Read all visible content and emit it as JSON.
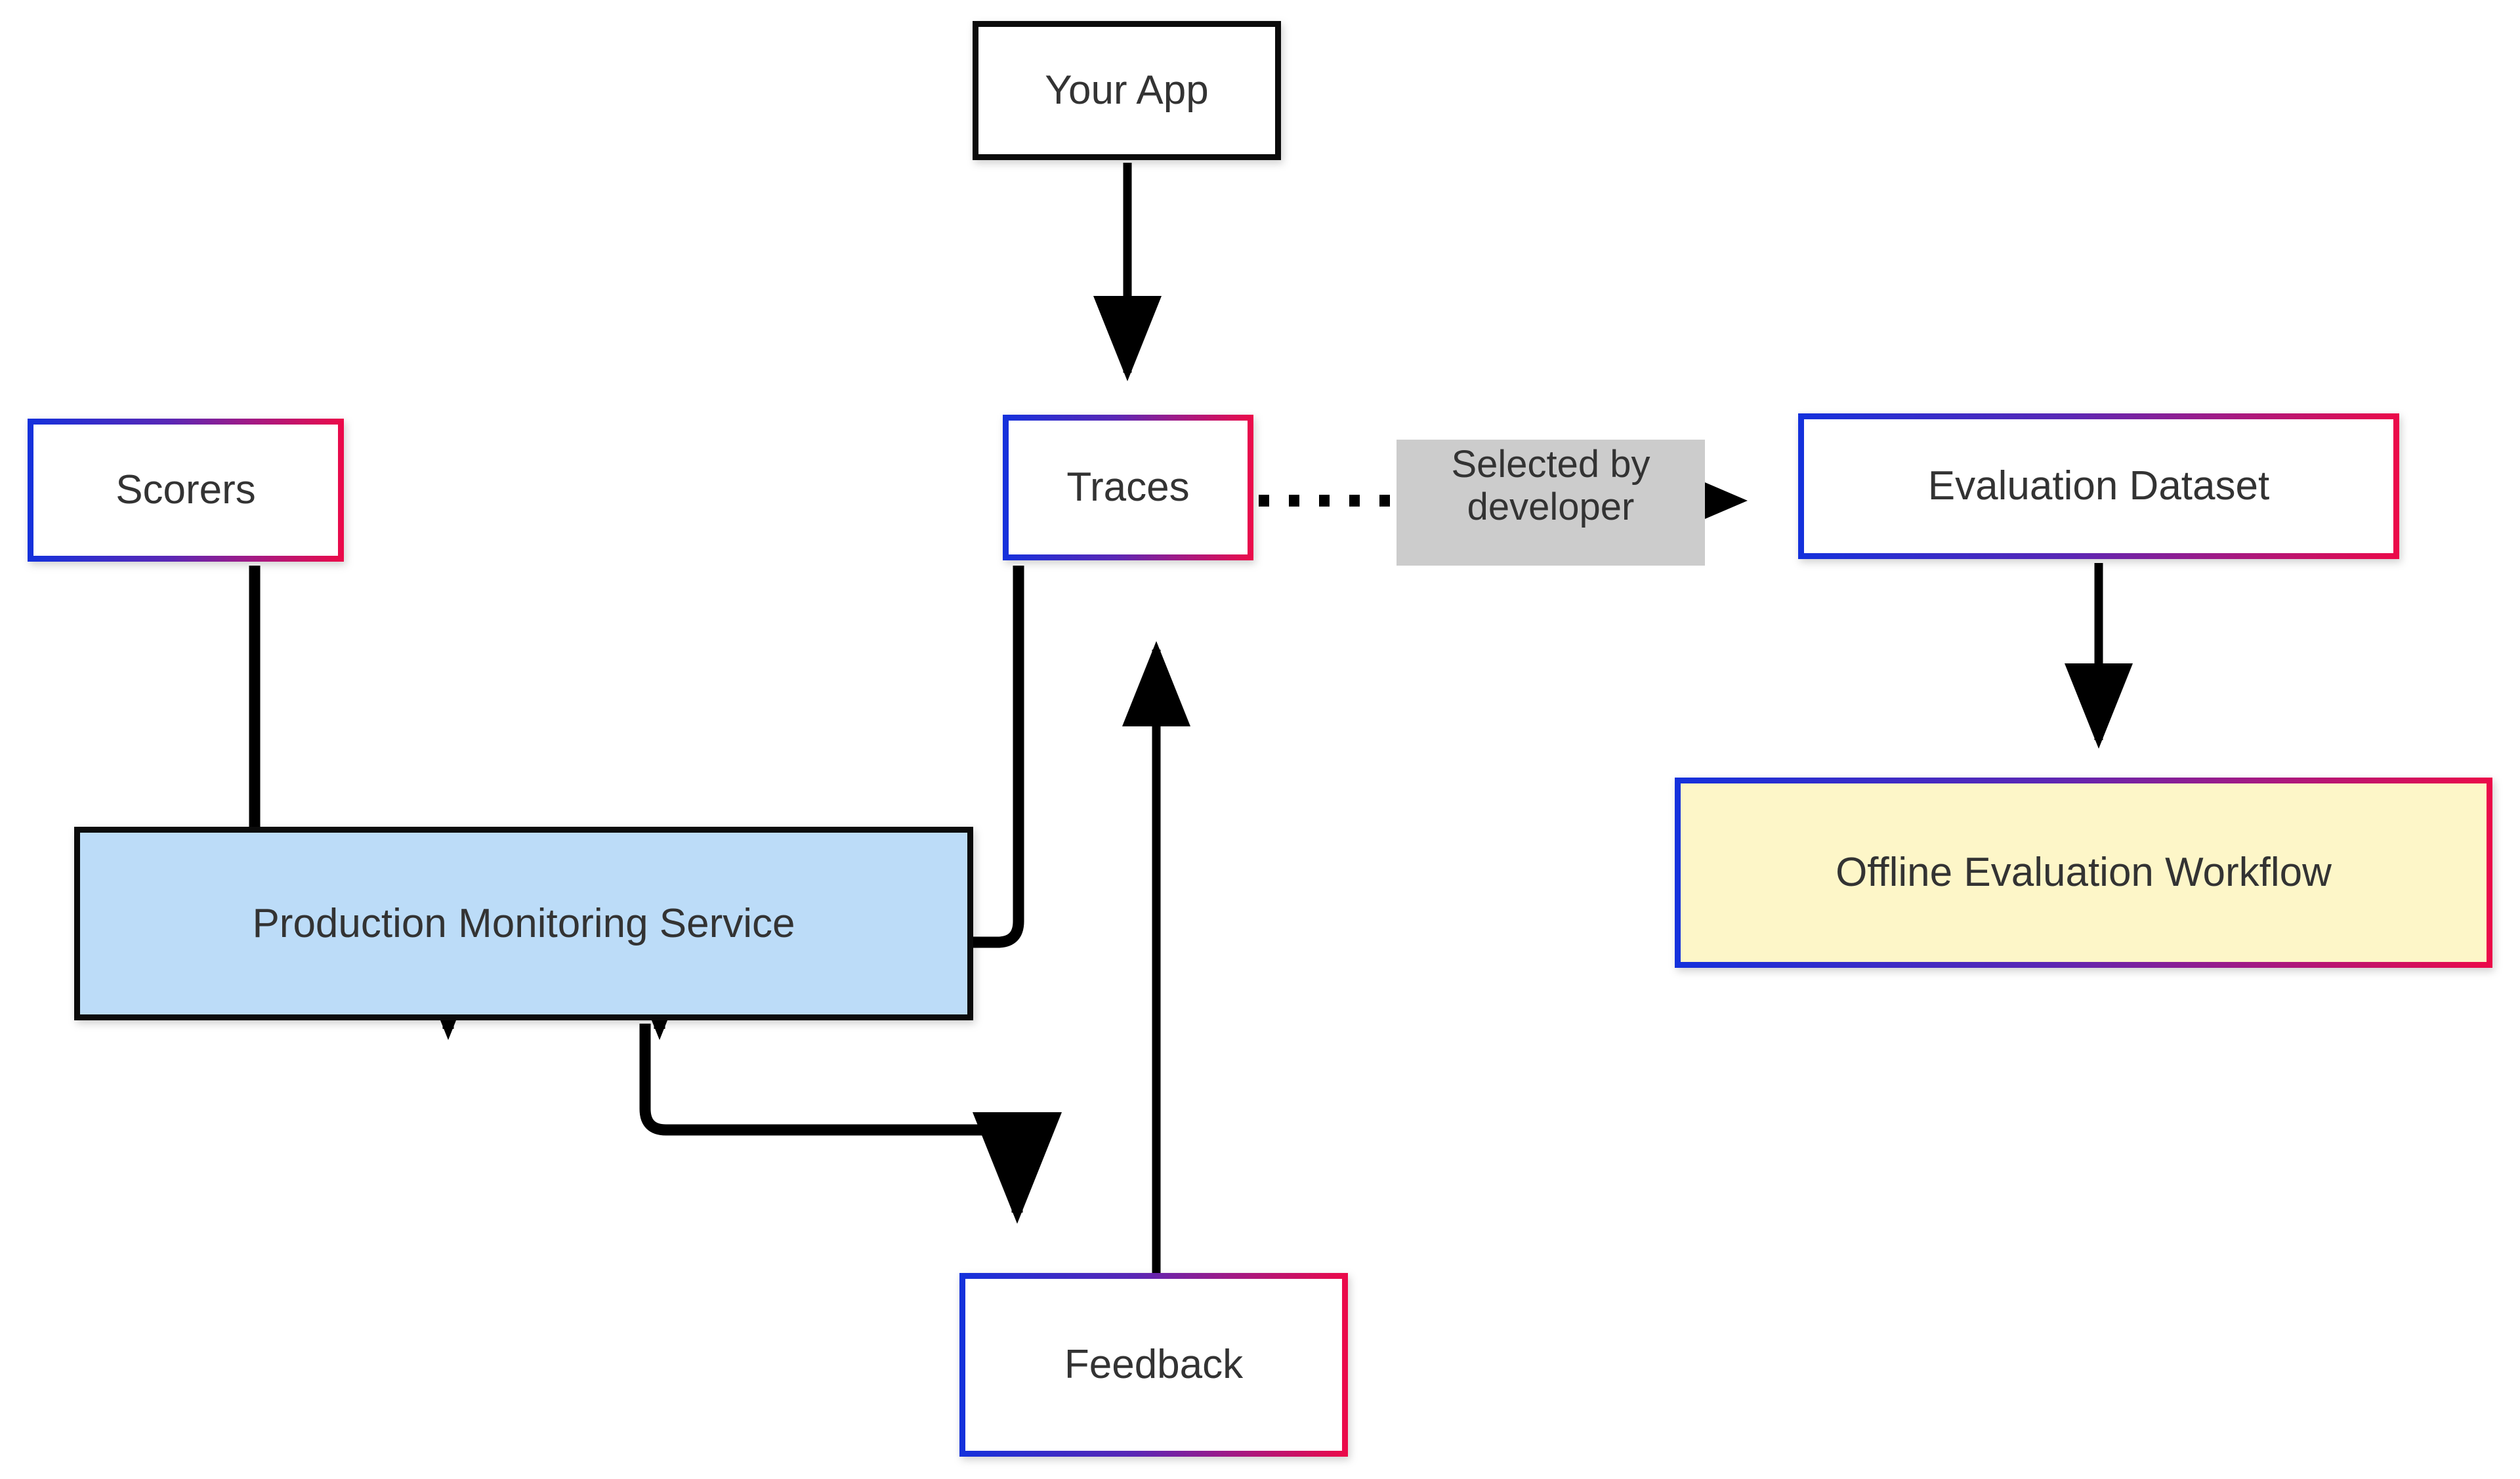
{
  "diagram": {
    "type": "flowchart",
    "background_color": "#ffffff",
    "palette": {
      "gradient_start": "#1431dc",
      "gradient_end": "#ec0a49",
      "edge_stroke": "#000000",
      "text": "#333333",
      "blue_fill": "#bcdcf8",
      "yellow_fill": "#fdf6c8",
      "label_bg": "#cccccc",
      "plain_border": "#0b0b0b"
    },
    "nodes": [
      {
        "id": "your-app",
        "label": "Your App",
        "style": "plain-black-border",
        "fill": "#ffffff"
      },
      {
        "id": "traces",
        "label": "Traces",
        "style": "gradient-border",
        "fill": "#ffffff"
      },
      {
        "id": "scorers",
        "label": "Scorers",
        "style": "gradient-border",
        "fill": "#ffffff"
      },
      {
        "id": "evaluation-dataset",
        "label": "Evaluation Dataset",
        "style": "gradient-border",
        "fill": "#ffffff"
      },
      {
        "id": "production-monitoring",
        "label": "Production Monitoring Service",
        "style": "plain-black-border",
        "fill": "#bcdcf8"
      },
      {
        "id": "offline-evaluation",
        "label": "Offline Evaluation Workflow",
        "style": "gradient-dotted-border",
        "fill": "#fdf6c8"
      },
      {
        "id": "feedback",
        "label": "Feedback",
        "style": "gradient-border",
        "fill": "#ffffff"
      }
    ],
    "edges": [
      {
        "from": "your-app",
        "to": "traces",
        "line": "solid",
        "arrow": "end",
        "label": ""
      },
      {
        "from": "traces",
        "to": "evaluation-dataset",
        "line": "dotted",
        "arrow": "end",
        "label": "Selected by developer"
      },
      {
        "from": "evaluation-dataset",
        "to": "offline-evaluation",
        "line": "solid",
        "arrow": "end",
        "label": ""
      },
      {
        "from": "scorers",
        "to": "production-monitoring",
        "line": "solid",
        "arrow": "end",
        "label": ""
      },
      {
        "from": "traces",
        "to": "production-monitoring",
        "line": "solid",
        "arrow": "end",
        "label": ""
      },
      {
        "from": "production-monitoring",
        "to": "feedback",
        "line": "solid",
        "arrow": "end",
        "label": ""
      },
      {
        "from": "feedback",
        "to": "traces",
        "line": "solid",
        "arrow": "end",
        "label": ""
      }
    ],
    "edge_labels": {
      "selected_by_developer": "Selected by developer"
    }
  }
}
